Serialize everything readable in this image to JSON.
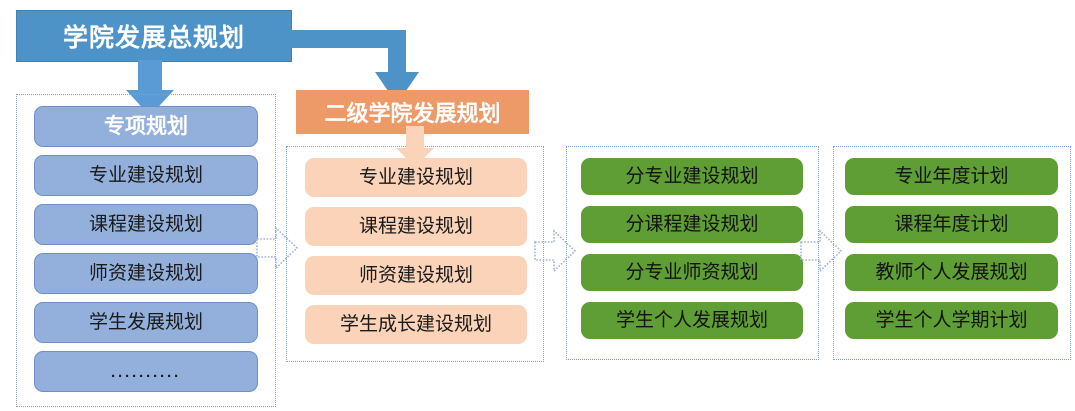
{
  "diagram": {
    "title": "学院发展总规划",
    "columns": [
      {
        "id": "special-plans",
        "header": "专项规划",
        "header_style": "blue-head",
        "items": [
          "专业建设规划",
          "课程建设规划",
          "师资建设规划",
          "学生发展规划",
          "··········"
        ]
      },
      {
        "id": "secondary-college-plans",
        "header": "二级学院发展规划",
        "header_style": "orange-head",
        "items": [
          "专业建设规划",
          "课程建设规划",
          "师资建设规划",
          "学生成长建设规划"
        ]
      },
      {
        "id": "sub-discipline-plans",
        "header": "",
        "header_style": "none",
        "items": [
          "分专业建设规划",
          "分课程建设规划",
          "分专业师资规划",
          "学生个人发展规划"
        ]
      },
      {
        "id": "annual-plans",
        "header": "",
        "header_style": "none",
        "items": [
          "专业年度计划",
          "课程年度计划",
          "教师个人发展规划",
          "学生个人学期计划"
        ]
      }
    ],
    "colors": {
      "title_blue": "#4E93C8",
      "pill_blue": "#93AFDB",
      "header_orange": "#ED9A68",
      "pill_peach": "#FAD3B8",
      "pill_green": "#5F9E34",
      "container_border": "#7FA0D0",
      "arrow_outline": "#9FB2D6"
    },
    "connectors": [
      {
        "name": "title-to-special-arrow",
        "direction": "down",
        "color": "#5B9BD5"
      },
      {
        "name": "title-to-secondary-arrow",
        "direction": "elbow-right-down",
        "color": "#4E93C8"
      },
      {
        "name": "secondary-header-to-list-arrow",
        "direction": "down",
        "color": "#FAD3B8"
      },
      {
        "name": "special-to-secondary-arrow",
        "direction": "right",
        "color": "#9FB2D6"
      },
      {
        "name": "secondary-to-sub-arrow",
        "direction": "right",
        "color": "#9FB2D6"
      },
      {
        "name": "sub-to-annual-arrow",
        "direction": "right",
        "color": "#9FB2D6"
      }
    ]
  }
}
